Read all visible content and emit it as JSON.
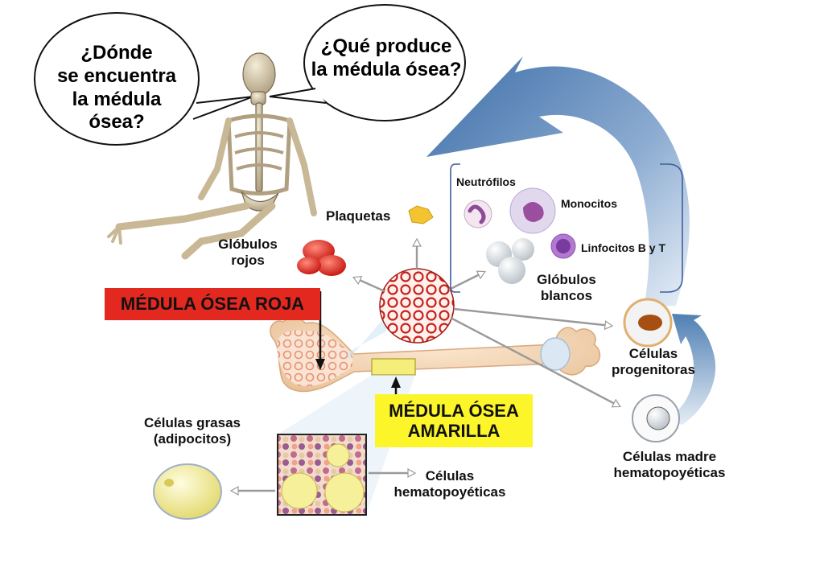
{
  "questions": {
    "where": "¿Dónde\nse encuentra\nla médula ósea?",
    "what": "¿Qué produce\nla médula ósea?"
  },
  "boxes": {
    "red_marrow": "MÉDULA ÓSEA ROJA",
    "yellow_marrow": "MÉDULA ÓSEA\nAMARILLA"
  },
  "cells": {
    "red_blood": "Glóbulos\nrojos",
    "platelets": "Plaquetas",
    "neutrophils": "Neutrófilos",
    "monocytes": "Monocitos",
    "lymphocytes": "Linfocitos B y T",
    "white_blood": "Glóbulos\nblancos",
    "progenitor": "Células\nprogenitoras",
    "stem": "Células madre\nhematopoyéticas",
    "fat": "Células grasas\n(adipocitos)",
    "hematopoietic": "Células\nhematopoyéticas"
  },
  "colors": {
    "red_box": "#e3281f",
    "yellow_box": "#fbf52a",
    "blue_arrow": "#4f7fb3",
    "bracket": "#3f5f9e"
  }
}
